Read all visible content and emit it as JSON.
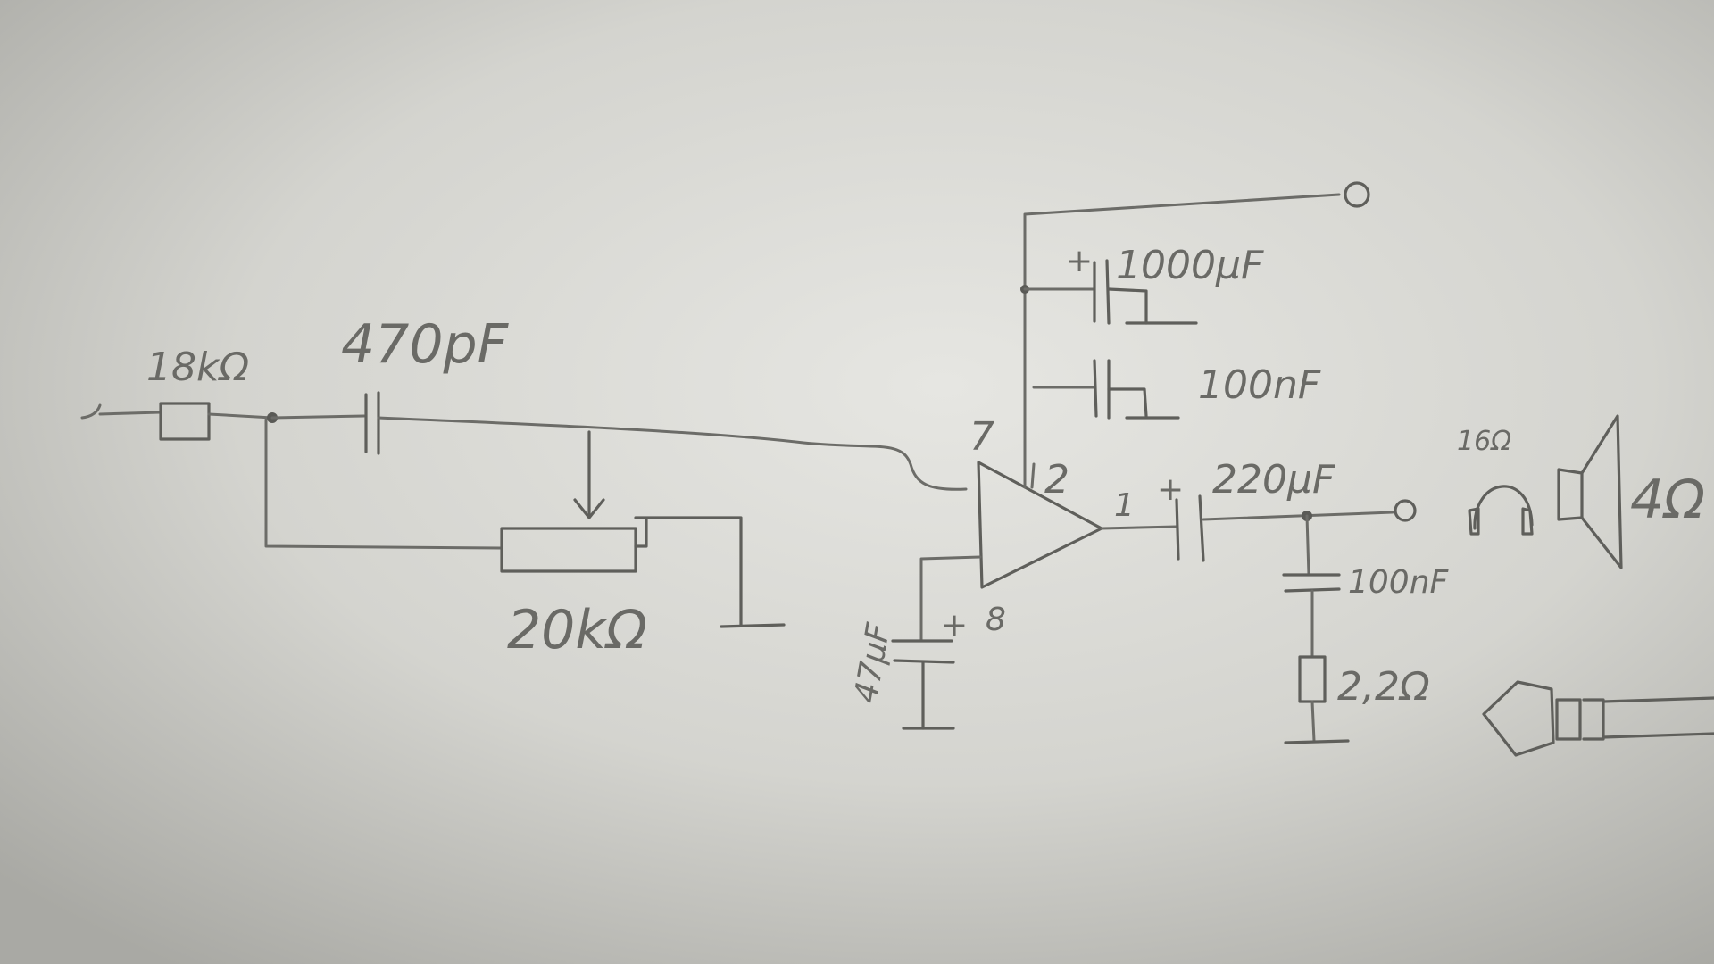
{
  "labels": {
    "r_input": "18kΩ",
    "c_input": "470pF",
    "pot": "20kΩ",
    "c_supply_big": "1000μF",
    "c_supply_small": "100nF",
    "pin_7": "7",
    "pin_2": "2",
    "pin_1": "1",
    "pin_8": "8",
    "c_bypass": "47μF",
    "c_output": "220μF",
    "c_zobel": "100nF",
    "r_zobel": "2,2Ω",
    "headphone": "16Ω",
    "speaker": "4Ω",
    "plus_sign": "+"
  },
  "colors": {
    "paper_light": "#e6e6e2",
    "paper_dark": "#a9a9a4",
    "pencil": "#666662"
  }
}
